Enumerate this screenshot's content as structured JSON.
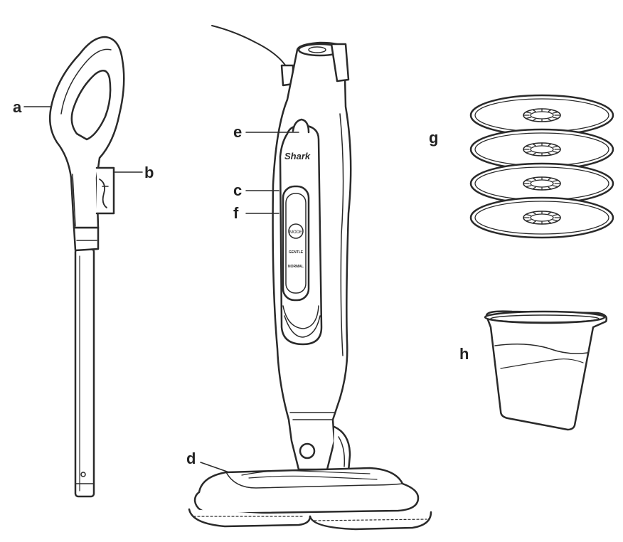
{
  "labels": {
    "a": "a",
    "b": "b",
    "c": "c",
    "d": "d",
    "e": "e",
    "f": "f",
    "g": "g",
    "h": "h"
  },
  "body_text": {
    "brand": "Shark",
    "mode": "MODE",
    "gentle": "GENTLE",
    "normal": "NORMAL"
  },
  "pads_count": 4,
  "colors": {
    "line": "#2a2a2a",
    "fill": "#ffffff"
  }
}
